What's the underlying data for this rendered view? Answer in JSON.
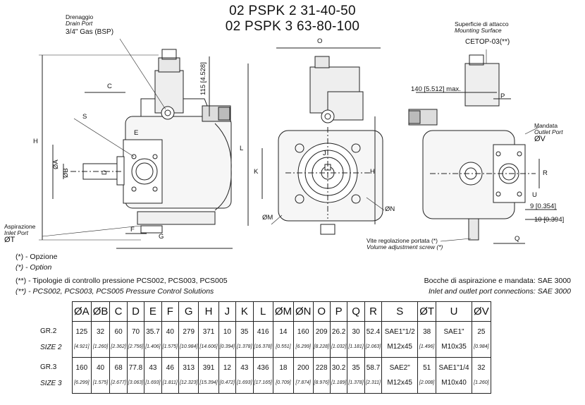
{
  "title": {
    "line1": "02 PSPK 2 31-40-50",
    "line2": "02 PSPK 3 63-80-100"
  },
  "labels": {
    "drain": {
      "it": "Drenaggio",
      "en": "Drain Port",
      "spec": "3/4\" Gas (BSP)"
    },
    "inlet": {
      "it": "Aspirazione",
      "en": "Inlet Port",
      "code": "ØT"
    },
    "outlet": {
      "it": "Mandata",
      "en": "Outlet Port",
      "code": "ØV"
    },
    "mounting": {
      "it": "Superficie di attacco",
      "en": "Mounting Surface",
      "spec": "CETOP-03(**)"
    },
    "adjust": {
      "it": "Vite regolazione portata (*)",
      "en": "Volume adjustment screw (*)"
    }
  },
  "dims": {
    "d115": "115 [4.528]",
    "d140": "140 [5.512] max.",
    "d9": "9 [0.354]",
    "d10": "10 [0.394]",
    "C": "C",
    "S": "S",
    "E": "E",
    "H": "H",
    "A": "ØA",
    "B": "ØB",
    "D": "D",
    "F": "F",
    "G": "G",
    "O": "O",
    "L": "L",
    "K": "K",
    "J": "J",
    "H2": "H",
    "M": "ØM",
    "N": "ØN",
    "P": "P",
    "R": "R",
    "U": "U",
    "Q": "Q"
  },
  "notes": {
    "opt_it": "(*) - Opzione",
    "opt_en": "(*) - Option",
    "pcs_it": "(**) - Tipologie di controllo pressione PCS002, PCS003, PCS005",
    "pcs_en": "(**) - PCS002, PCS003, PCS005 Pressure Control Solutions",
    "ports_it": "Bocche di aspirazione e mandata: SAE 3000",
    "ports_en": "Inlet and outlet port connections: SAE 3000"
  },
  "table": {
    "headers": [
      "ØA",
      "ØB",
      "C",
      "D",
      "E",
      "F",
      "G",
      "H",
      "J",
      "K",
      "L",
      "ØM",
      "ØN",
      "O",
      "P",
      "Q",
      "R",
      "S",
      "ØT",
      "U",
      "ØV"
    ],
    "rows": [
      {
        "label": "GR.2",
        "size_label": "SIZE 2",
        "mm": [
          "125",
          "32",
          "60",
          "70",
          "35.7",
          "40",
          "279",
          "371",
          "10",
          "35",
          "416",
          "14",
          "160",
          "209",
          "26.2",
          "30",
          "52.4",
          "SAE1\"1/2",
          "38",
          "SAE1\"",
          "25"
        ],
        "inch": [
          "[4.921]",
          "[1.260]",
          "[2.362]",
          "[2.756]",
          "[1.406]",
          "[1.575]",
          "[10.984]",
          "[14.606]",
          "[0.394]",
          "[1.378]",
          "[16.378]",
          "[0.551]",
          "[6.299]",
          "[8.228]",
          "[1.032]",
          "[1.181]",
          "[2.063]",
          "M12x45",
          "[1.496]",
          "M10x35",
          "[0.984]"
        ]
      },
      {
        "label": "GR.3",
        "size_label": "SIZE 3",
        "mm": [
          "160",
          "40",
          "68",
          "77.8",
          "43",
          "46",
          "313",
          "391",
          "12",
          "43",
          "436",
          "18",
          "200",
          "228",
          "30.2",
          "35",
          "58.7",
          "SAE2\"",
          "51",
          "SAE1\"1/4",
          "32"
        ],
        "inch": [
          "[6.299]",
          "[1.575]",
          "[2.677]",
          "[3.063]",
          "[1.693]",
          "[1.811]",
          "[12.323]",
          "[15.394]",
          "[0.472]",
          "[1.693]",
          "[17.165]",
          "[0.709]",
          "[7.874]",
          "[8.976]",
          "[1.189]",
          "[1.378]",
          "[2.311]",
          "M12x45",
          "[2.008]",
          "M10x40",
          "[1.260]"
        ]
      }
    ]
  }
}
